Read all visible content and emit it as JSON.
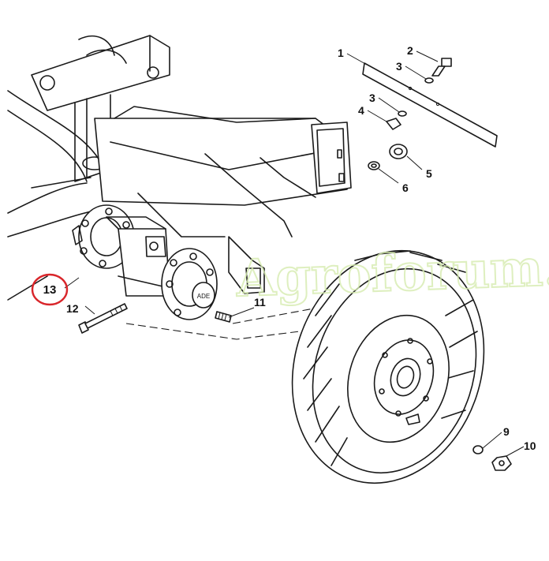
{
  "diagram": {
    "callouts": [
      {
        "id": "1",
        "text": "1"
      },
      {
        "id": "2",
        "text": "2"
      },
      {
        "id": "3a",
        "text": "3"
      },
      {
        "id": "3b",
        "text": "3"
      },
      {
        "id": "4",
        "text": "4"
      },
      {
        "id": "5",
        "text": "5"
      },
      {
        "id": "6",
        "text": "6"
      },
      {
        "id": "9",
        "text": "9"
      },
      {
        "id": "10",
        "text": "10"
      },
      {
        "id": "11",
        "text": "11"
      },
      {
        "id": "12",
        "text": "12"
      },
      {
        "id": "13",
        "text": "13"
      }
    ],
    "highlight": {
      "part": "13",
      "color": "#d9262b"
    },
    "hub_cap_text": "ADE",
    "watermark": "Agroforum.by",
    "colors": {
      "line": "#1a1a1a",
      "background": "#ffffff",
      "watermark": "#d6ecb0"
    }
  }
}
